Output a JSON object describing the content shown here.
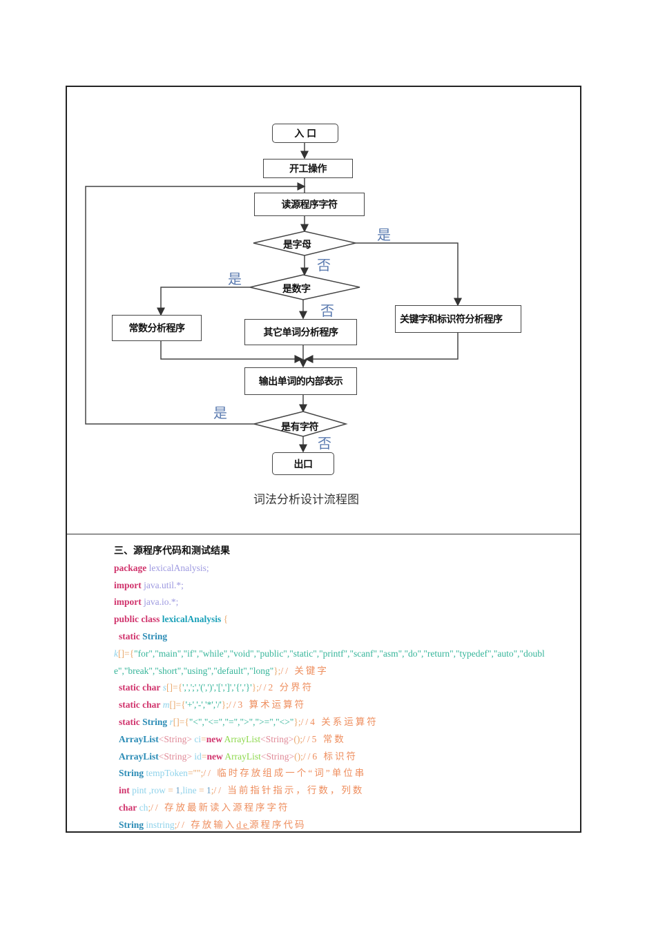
{
  "flowchart": {
    "nodes": {
      "entry": "入 口",
      "init": "开工操作",
      "read_char": "读源程序字符",
      "is_letter": "是字母",
      "is_digit": "是数字",
      "const_analysis": "常数分析程序",
      "other_analysis": "其它单词分析程序",
      "keyword_analysis": "关键字和标识符分析程序",
      "output_internal": "输出单词的内部表示",
      "has_char": "是有字符",
      "exit": "出口"
    },
    "labels": {
      "yes": "是",
      "no": "否"
    },
    "caption": "词法分析设计流程图"
  },
  "section": {
    "heading": "三、源程序代码和测试结果",
    "code": {
      "l1": {
        "kw": "package",
        "name": "lexicalAnalysis",
        "end": ";"
      },
      "l2": {
        "kw": "import",
        "name": "java.util",
        "end": ".*;"
      },
      "l3": {
        "kw": "import",
        "name": "java.io",
        "end": ".*;"
      },
      "l4": {
        "kw": "public class",
        "cls": "lexicalAnalysis",
        "brace": " {"
      },
      "l5": {
        "kw": "static",
        "ty": "String"
      },
      "l6": {
        "var": "k",
        "op": "[]={",
        "strs": "\"for\",\"main\",\"if\",\"while\",\"void\",\"public\",\"static\",\"printf\",\"scanf\",\"asm\",\"do\",\"return\",\"typedef\",\"auto\",\"doubl"
      },
      "l7": {
        "strs": "e\",\"break\",\"short\",\"using\",\"default\",\"long\"",
        "op": "};",
        "cm": "// 关键字"
      },
      "l8": {
        "kw": "static char",
        "var": "s",
        "op": "[]={",
        "vals": "',',';','(',')','[',']','{','}'",
        "op2": "};",
        "cm": "//2  分界符"
      },
      "l9": {
        "kw": "static char",
        "var": "m",
        "op": "[]={",
        "vals": "'+','-','*','/'",
        "op2": "};",
        "cm": "//3 算术运算符"
      },
      "l10": {
        "kw": "static",
        "ty": "String",
        "var": "r",
        "op": "[]={",
        "vals": "\"<\",\"<=\",\"=\",\">\",\">=\",\"<>\"",
        "op2": "};",
        "cm": "//4  关系运算符"
      },
      "l11": {
        "ty": "ArrayList",
        "gen": "<String>",
        "var": "ci",
        "op": "=",
        "kw": "new",
        "newcls": "ArrayList",
        "gen2": "<String>",
        "op2": "();",
        "cm": "//5  常数"
      },
      "l12": {
        "ty": "ArrayList",
        "gen": "<String>",
        "var": "id",
        "op": "=",
        "kw": "new",
        "newcls": "ArrayList",
        "gen2": "<String>",
        "op2": "();",
        "cm": "//6  标识符"
      },
      "l13": {
        "ty": "String",
        "var": "tempToken",
        "op": "=\"\";",
        "cm": "// 临时存放组成一个“词”单位串"
      },
      "l14": {
        "kw": "int",
        "var": "pint ,row",
        "op": " = ",
        "num": "1",
        "var2": ",line",
        "op2": " = ",
        "num2": "1",
        "op3": ";",
        "cm": "// 当前指针指示，行数，列数"
      },
      "l15": {
        "kw": "char",
        "var": "ch",
        "op": ";",
        "cm": "// 存放最新读入源程序字符"
      },
      "l16": {
        "ty": "String",
        "var": "instring",
        "op": ";",
        "cm": "//  存放输入",
        "cm_u": "de",
        "cm2": "源程序代码"
      }
    }
  }
}
